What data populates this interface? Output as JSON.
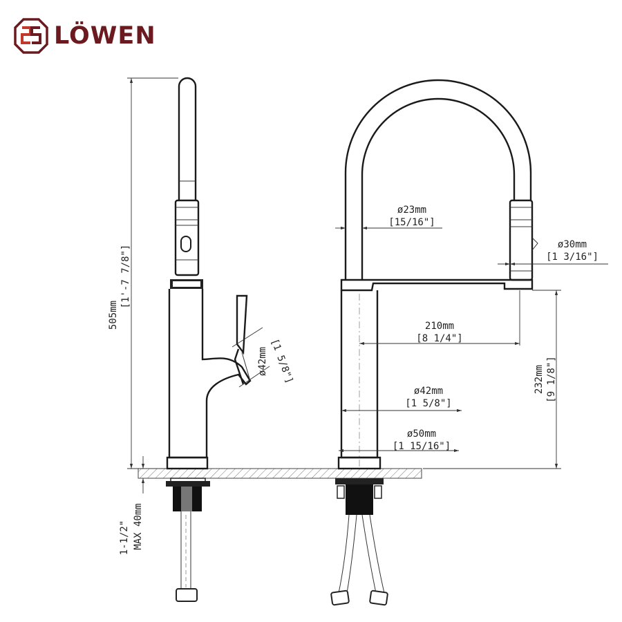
{
  "brand": {
    "name": "LÖWEN",
    "color": "#6b1a1f"
  },
  "dimensions": {
    "height_total": {
      "mm": "505mm",
      "in": "[1'-7 7/8\"]"
    },
    "handle_dia": {
      "mm": "ø42mm",
      "in": "[1 5/8\"]"
    },
    "mount": {
      "in": "1-1/2\"",
      "mm": "MAX 40mm"
    },
    "hose_dia": {
      "mm": "ø23mm",
      "in": "[15/16\"]"
    },
    "spray_dia": {
      "mm": "ø30mm",
      "in": "[1 3/16\"]"
    },
    "reach": {
      "mm": "210mm",
      "in": "[8 1/4\"]"
    },
    "spout_height": {
      "mm": "232mm",
      "in": "[9 1/8\"]"
    },
    "body_dia": {
      "mm": "ø42mm",
      "in": "[1 5/8\"]"
    },
    "base_dia": {
      "mm": "ø50mm",
      "in": "[1 15/16\"]"
    }
  }
}
